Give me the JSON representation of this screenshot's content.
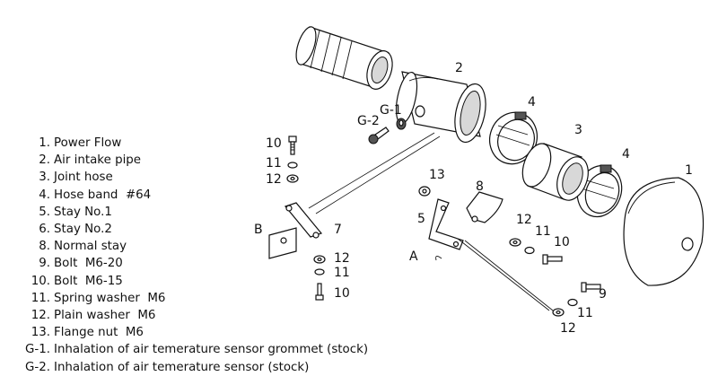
{
  "legend": [
    {
      "num": "1.",
      "text": "Power Flow"
    },
    {
      "num": "2.",
      "text": "Air intake pipe"
    },
    {
      "num": "3.",
      "text": "Joint hose"
    },
    {
      "num": "4.",
      "text": "Hose band  #64"
    },
    {
      "num": "5.",
      "text": "Stay No.1"
    },
    {
      "num": "6.",
      "text": "Stay No.2"
    },
    {
      "num": "8.",
      "text": "Normal stay"
    },
    {
      "num": "9.",
      "text": "Bolt  M6-20"
    },
    {
      "num": "10.",
      "text": "Bolt  M6-15"
    },
    {
      "num": "11.",
      "text": "Spring washer  M6"
    },
    {
      "num": "12.",
      "text": "Plain washer  M6"
    },
    {
      "num": "13.",
      "text": "Flange nut  M6"
    },
    {
      "num": "G-1.",
      "text": "Inhalation of air temerature sensor grommet (stock)"
    },
    {
      "num": "G-2.",
      "text": "Inhalation of air temerature sensor (stock)"
    }
  ],
  "callouts": {
    "c1": "1",
    "c2": "2",
    "c3": "3",
    "c4a": "4",
    "c4b": "4",
    "c5": "5",
    "c7": "7",
    "c8": "8",
    "c9": "9",
    "c10a": "10",
    "c10b": "10",
    "c10c": "10",
    "c11a": "11",
    "c11b": "11",
    "c11c": "11",
    "c11d": "11",
    "c12a": "12",
    "c12b": "12",
    "c12c": "12",
    "c12d": "12",
    "c13": "13",
    "cg1": "G-1",
    "cg2": "G-2",
    "cA": "A",
    "cB": "B"
  }
}
